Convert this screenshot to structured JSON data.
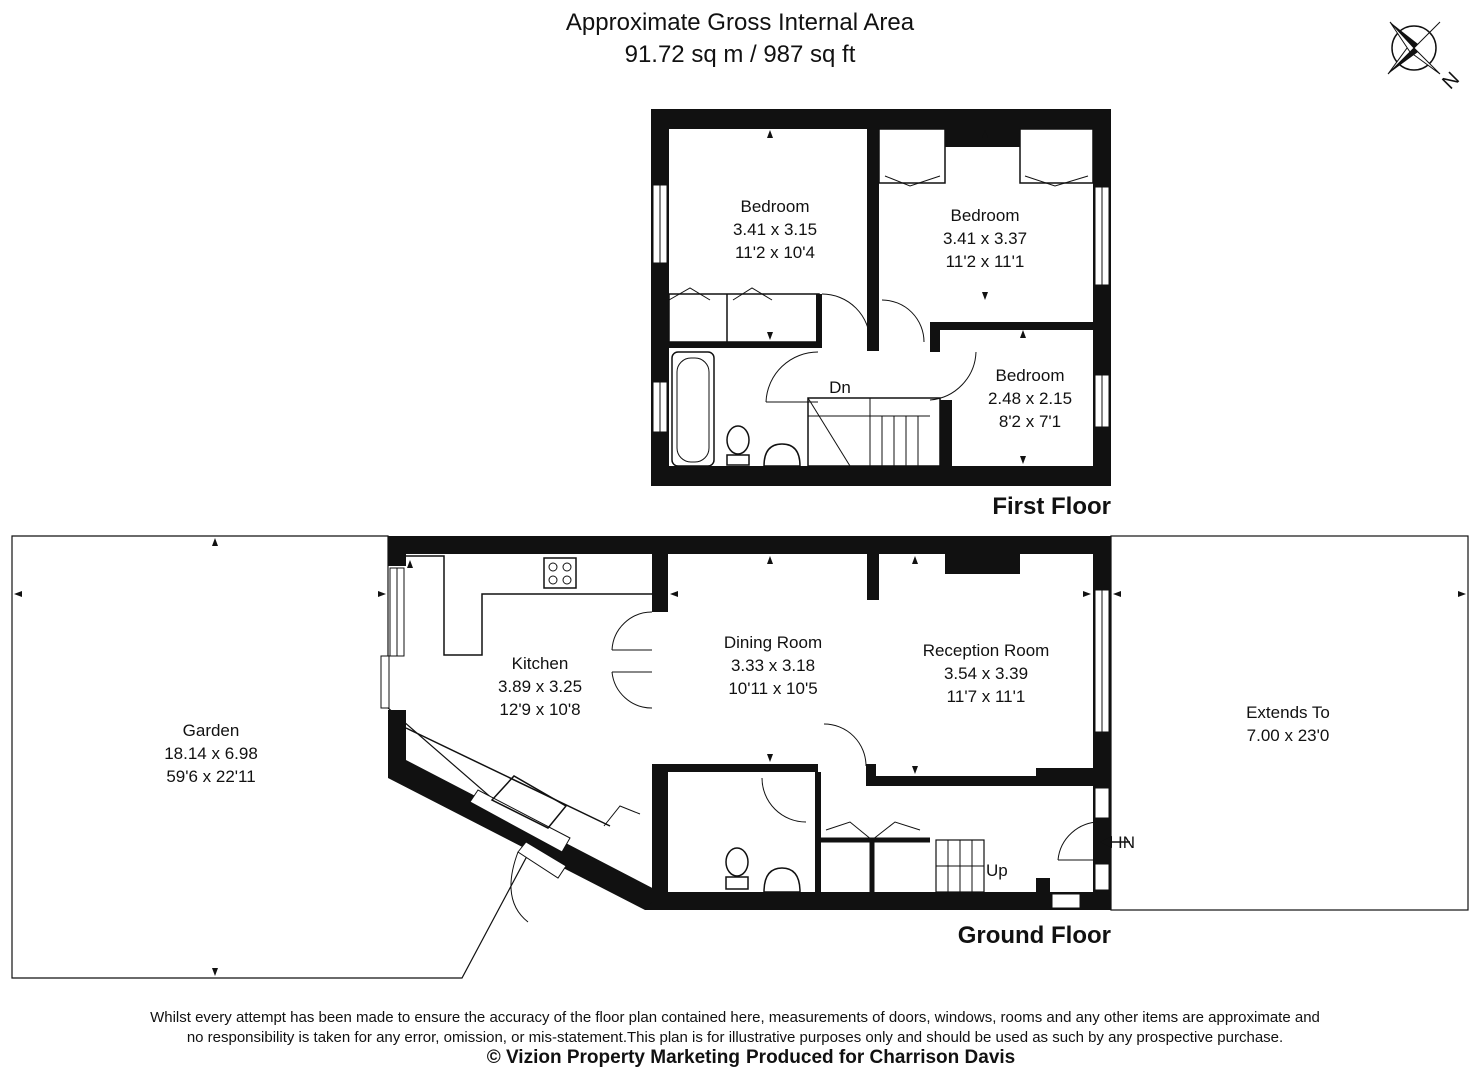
{
  "header": {
    "title": "Approximate Gross Internal Area",
    "area": "91.72 sq m / 987 sq ft"
  },
  "compass": {
    "north_label": "N",
    "icon": "compass-rose-icon"
  },
  "floors": {
    "first": {
      "label": "First Floor",
      "rooms": {
        "bedroom_1": {
          "name": "Bedroom",
          "metric": "3.41 x 3.15",
          "imperial": "11'2 x 10'4"
        },
        "bedroom_2": {
          "name": "Bedroom",
          "metric": "3.41 x 3.37",
          "imperial": "11'2 x 11'1"
        },
        "bedroom_3": {
          "name": "Bedroom",
          "metric": "2.48 x 2.15",
          "imperial": "8'2 x 7'1"
        }
      },
      "stairs_label": "Dn"
    },
    "ground": {
      "label": "Ground Floor",
      "rooms": {
        "kitchen": {
          "name": "Kitchen",
          "metric": "3.89 x 3.25",
          "imperial": "12'9 x 10'8"
        },
        "dining": {
          "name": "Dining Room",
          "metric": "3.33 x 3.18",
          "imperial": "10'11 x 10'5"
        },
        "reception": {
          "name": "Reception Room",
          "metric": "3.54 x 3.39",
          "imperial": "11'7 x 11'1"
        },
        "garden": {
          "name": "Garden",
          "metric": "18.14 x 6.98",
          "imperial": "59'6 x 22'11"
        },
        "front": {
          "name": "Extends To",
          "metric": "7.00 x 23'0"
        }
      },
      "stairs_label": "Up",
      "entrance_label": "IN"
    }
  },
  "footer": {
    "disclaimer_line1": "Whilst every attempt has been made to ensure the accuracy of the floor plan contained here, measurements of doors, windows, rooms and any other items are approximate and",
    "disclaimer_line2": "no responsibility is taken for any error, omission, or mis-statement.This plan is for illustrative purposes only and should be used as such by any prospective purchase.",
    "credit_left": "© Vizion Property Marketing",
    "credit_right": "Produced for Charrison Davis"
  }
}
